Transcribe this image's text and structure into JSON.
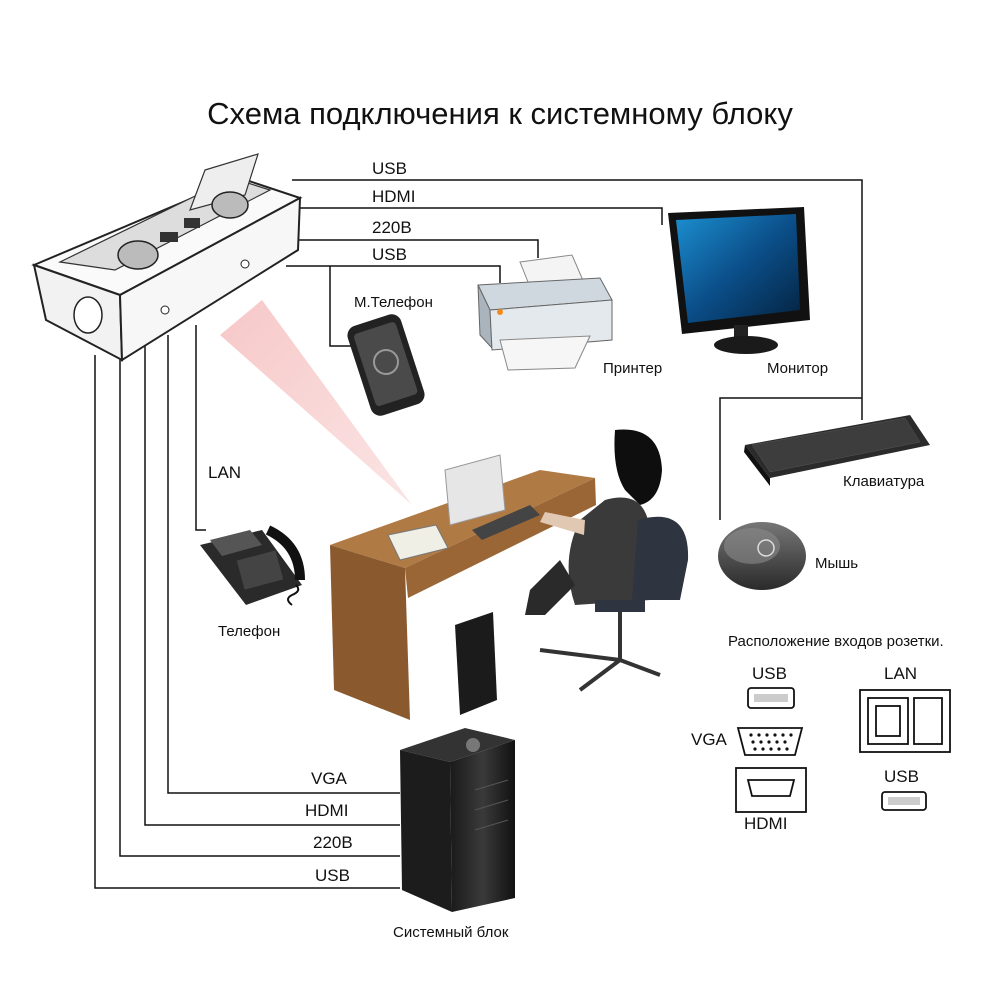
{
  "title": "Схема подключения к системному блоку",
  "socket_wires": [
    "USB",
    "HDMI",
    "220В",
    "USB"
  ],
  "pc_wires": [
    "VGA",
    "HDMI",
    "220В",
    "USB"
  ],
  "lan_label": "LAN",
  "devices": {
    "mobile": "М.Телефон",
    "printer": "Принтер",
    "monitor": "Монитор",
    "keyboard": "Клавиатура",
    "mouse": "Мышь",
    "phone": "Телефон",
    "system_unit": "Системный блок"
  },
  "legend": {
    "title": "Расположение входов розетки.",
    "usb1": "USB",
    "vga": "VGA",
    "hdmi": "HDMI",
    "lan": "LAN",
    "usb2": "USB"
  },
  "colors": {
    "wire": "#111111",
    "beam": "#f2b3b3",
    "desk_top": "#b07a45",
    "desk_side": "#8a5a2e"
  }
}
